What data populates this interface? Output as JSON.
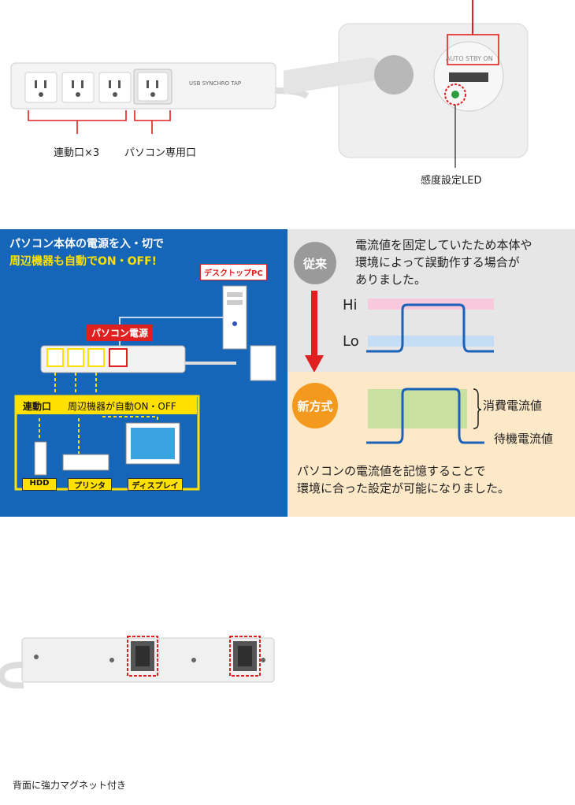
{
  "top_section": {
    "strip_model": "USB SYNCHRO TAP",
    "label_linked": "連動口×3",
    "label_pc": "パソコン専用口",
    "label_led": "感度設定LED",
    "dial_text": "AUTO STBY ON"
  },
  "blue_panel": {
    "headline_line1": "パソコン本体の電源を入・切で",
    "headline_line2": "周辺機器も自動でON・OFF!",
    "desktop_label": "デスクトップPC",
    "pc_power_label": "パソコン電源",
    "linked_title": "連動口",
    "linked_desc": "周辺機器が自動ON・OFF",
    "device_hdd": "HDD",
    "device_printer": "プリンタ",
    "device_display": "ディスプレイ"
  },
  "right_panel": {
    "old_badge": "従来",
    "old_text_line1": "電流値を固定していたため本体や",
    "old_text_line2": "環境によって誤動作する場合が",
    "old_text_line3": "ありました。",
    "hi_label": "Hi",
    "lo_label": "Lo",
    "new_badge": "新方式",
    "consumption_label": "消費電流値",
    "standby_label": "待機電流値",
    "new_text_line1": "パソコンの電流値を記憶することで",
    "new_text_line2": "環境に合った設定が可能になりました。"
  },
  "bottom_section": {
    "caption": "背面に強力マグネット付き"
  },
  "colors": {
    "blue_bg": "#1565b8",
    "red_accent": "#e02020",
    "yellow_accent": "#ffe000",
    "green_band": "#c8e0a0",
    "orange_badge": "#f39a1e"
  }
}
